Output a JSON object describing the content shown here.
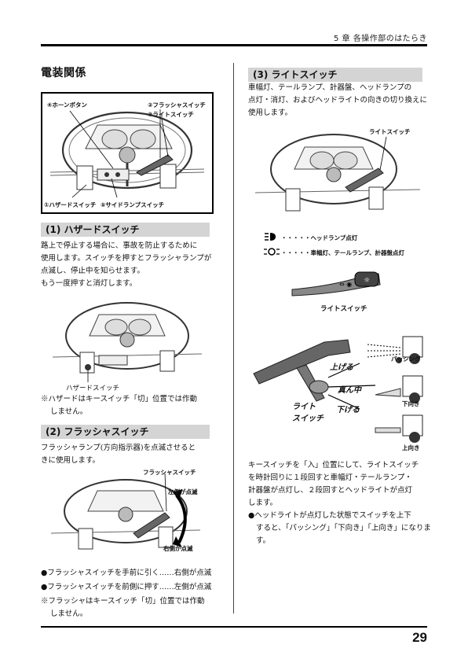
{
  "header": {
    "chapter": "5 章  各操作部のはたらき"
  },
  "page_number": "29",
  "left": {
    "section_title": "電装関係",
    "main_figure": {
      "label_horn": "④ホーンボタン",
      "label_flasher": "②フラッシャスイッチ",
      "label_light": "③ライトスイッチ",
      "label_hazard": "①ハザードスイッチ",
      "label_side": "⑤サイドランプスイッチ"
    },
    "hazard": {
      "heading": "(1) ハザードスイッチ",
      "para1_l1": "路上で停止する場合に、事故を防止するために",
      "para1_l2": "使用します。スイッチを押すとフラッシャランプが",
      "para1_l3": "点滅し、停止中を知らせます。",
      "para2": "もう一度押すと消灯します。",
      "figure_caption": "ハザードスイッチ",
      "note_l1": "※ハザードはキースイッチ「切」位置では作動",
      "note_l2": "しません。"
    },
    "flasher": {
      "heading": "(2) フラッシャスイッチ",
      "para_l1": "フラッシャランプ(方向指示器)を点滅させると",
      "para_l2": "きに使用します。",
      "fig_label_switch": "フラッシャスイッチ",
      "fig_label_left": "左側が点滅",
      "fig_label_right": "右側が点滅",
      "bullet1": "●フラッシャスイッチを手前に引く……右側が点滅",
      "bullet2": "●フラッシャスイッチを前側に押す……左側が点滅",
      "note_l1": "※フラッシャはキースイッチ「切」位置では作動",
      "note_l2": "しません。"
    }
  },
  "right": {
    "light": {
      "heading": "(3) ライトスイッチ",
      "para_l1": "車幅灯、テールランプ、計器盤、ヘッドランプの",
      "para_l2": "点灯・消灯、およびヘッドライトの向きの切り換えに",
      "para_l3": "使用します。",
      "fig_label_switch": "ライトスイッチ",
      "legend_head": "・・・・・ヘッドランプ点灯",
      "legend_side": "・・・・・車幅灯、テールランプ、計器盤点灯",
      "switch_caption": "ライトスイッチ",
      "hand_up": "上げる",
      "hand_mid": "真ん中",
      "hand_down": "下げる",
      "hand_switch_l1": "ライト",
      "hand_switch_l2": "スイッチ",
      "label_passing": "パッシング",
      "label_low": "下向き",
      "label_high": "上向き",
      "para2_l1": "キースイッチを「入」位置にして、ライトスイッチ",
      "para2_l2": "を時計回りに１段回すと車幅灯・テールランプ・",
      "para2_l3": "計器盤が点灯し、２段回すとヘッドライトが点灯",
      "para2_l4": "します。",
      "bullet_l1": "●ヘッドライトが点灯した状態でスイッチを上下",
      "bullet_l2": "すると、「パッシング」「下向き」「上向き」になります。"
    }
  }
}
